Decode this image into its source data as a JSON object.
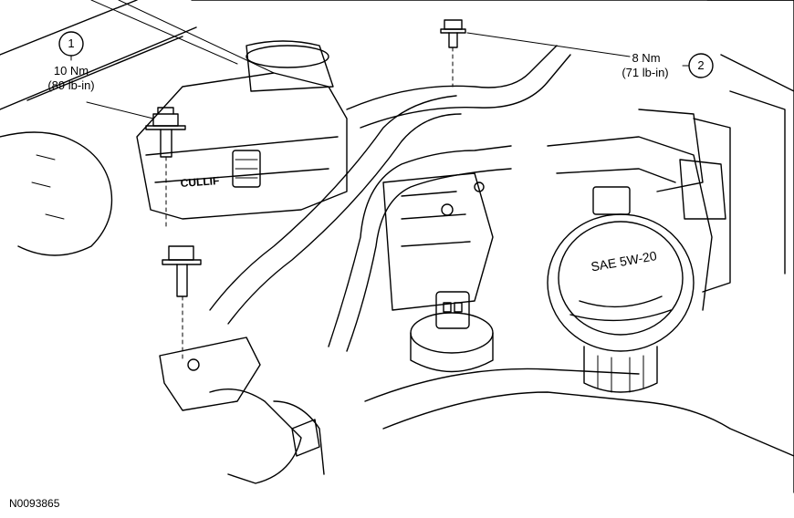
{
  "callouts": [
    {
      "number": "1",
      "torque_nm": "10 Nm",
      "torque_lbin": "(89 lb-in)"
    },
    {
      "number": "2",
      "torque_nm": "8 Nm",
      "torque_lbin": "(71 lb-in)"
    }
  ],
  "cap_label": "SAE 5W-20",
  "part_mark": "CULLIF",
  "figure_id": "N0093865",
  "colors": {
    "line": "#000000",
    "background": "#ffffff"
  }
}
